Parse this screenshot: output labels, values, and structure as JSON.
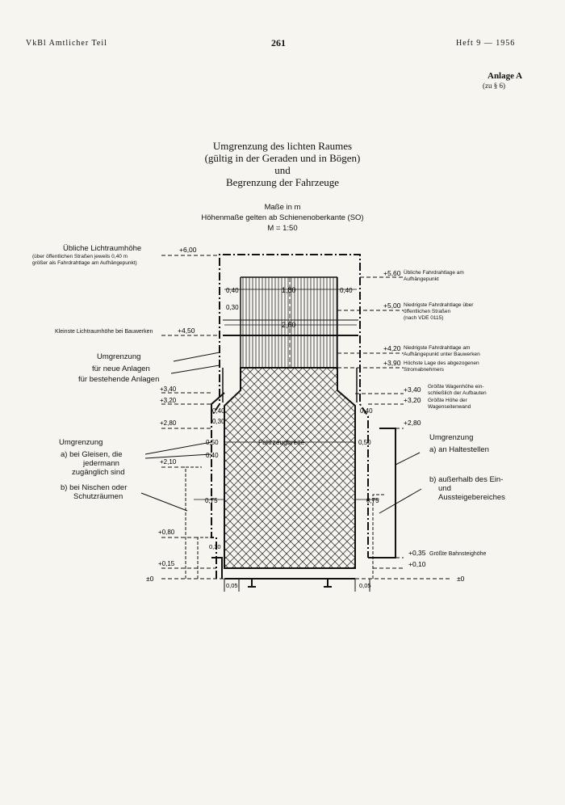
{
  "header": {
    "left": "VkBl Amtlicher Teil",
    "center": "261",
    "right": "Heft 9 — 1956"
  },
  "annex": {
    "title": "Anlage A",
    "ref": "(zu § 6)"
  },
  "title": {
    "line1": "Umgrenzung des lichten Raumes",
    "line2": "(gültig in der Geraden und in Bögen)",
    "line3": "und",
    "line4": "Begrenzung der Fahrzeuge"
  },
  "subtitle": {
    "line1": "Maße in m",
    "line2": "Höhenmaße gelten ab Schienenoberkante (SO)",
    "line3": "M = 1:50"
  },
  "left_labels": {
    "usual_height": "Übliche Lichtraumhöhe",
    "usual_note1": "(über öffentlichen Straßen jeweils 0,40 m",
    "usual_note2": "größer als Fahrdrahtlage am Aufhängepunkt)",
    "smallest_height": "Kleinste Lichtraumhöhe bei Bauwerken",
    "umgrenzung": "Umgrenzung",
    "neue": "für neue Anlagen",
    "bestehende": "für bestehende Anlagen",
    "umgrenzung2": "Umgrenzung",
    "gleisen_a": "a) bei Gleisen, die",
    "gleisen_b": "jedermann",
    "gleisen_c": "zugänglich sind",
    "nischen_a": "b) bei Nischen oder",
    "nischen_b": "Schutzräumen"
  },
  "right_labels": {
    "r560a": "Übliche Fahrdrahtlage am",
    "r560b": "Aufhängepunkt",
    "r500a": "Niedrigste Fahrdrahtlage über",
    "r500b": "öffentlichen Straßen",
    "r500c": "(nach VDE 0115)",
    "r420a": "Niedrigste Fahrdrahtlage am",
    "r420b": "Aufhängepunkt unter Bauwerken",
    "r390a": "Höchste Lage des abgezogenen",
    "r390b": "Stromabnehmers",
    "r340a": "Größte Wagenhöhe ein-",
    "r340b": "schließlich der Aufbauten",
    "r320a": "Größte Höhe der",
    "r320b": "Wagenseitenwand",
    "umgrenzung": "Umgrenzung",
    "halte": "a) an Haltestellen",
    "ausser_a": "b) außerhalb des Ein-",
    "ausser_b": "und",
    "ausser_c": "Aussteigebereiches",
    "r035": "Größte Bahnsteighöhe"
  },
  "levels": {
    "l600": "+6,00",
    "l560": "+5,60",
    "l500": "+5,00",
    "l450": "+4,50",
    "l420": "+4,20",
    "l390": "+3,90",
    "l340": "+3,40",
    "l320": "+3,20",
    "l280": "+2,80",
    "l210": "+2,10",
    "l080": "+0,80",
    "l015": "+0,15",
    "l035": "+0,35",
    "l010": "+0,10",
    "zero": "±0"
  },
  "dims": {
    "d040": "0,40",
    "d180": "1,80",
    "d030": "0,30",
    "d260": "2,60",
    "d050": "0,50",
    "d075": "0,75",
    "d005": "0,05",
    "fahrzeug": "Fahrzeugbreite"
  }
}
